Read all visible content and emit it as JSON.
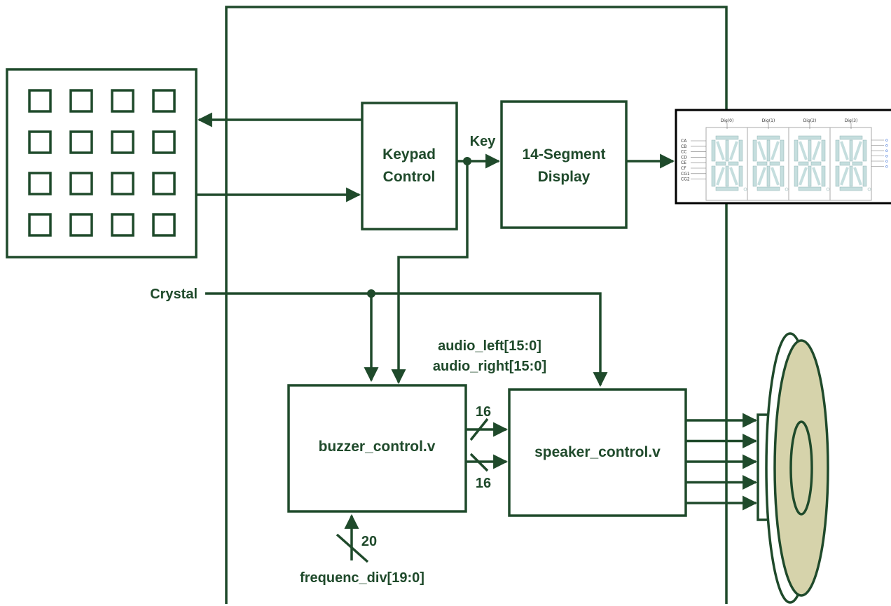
{
  "blocks": {
    "keypad_control": [
      "Keypad",
      "Control"
    ],
    "segment_display": [
      "14-Segment",
      "Display"
    ],
    "buzzer": "buzzer_control.v",
    "speaker": "speaker_control.v"
  },
  "signals": {
    "key": "Key",
    "crystal": "Crystal",
    "audio_left": "audio_left[15:0]",
    "audio_right": "audio_right[15:0]",
    "bus_width_top": "16",
    "bus_width_bottom": "16",
    "freq_width": "20",
    "freq_div": "frequenc_div[19:0]"
  },
  "seven_seg": {
    "digits": [
      "Dig(0)",
      "Dig(1)",
      "Dig(2)",
      "Dig(3)"
    ],
    "cathodes": [
      "CA",
      "CB",
      "CC",
      "CD",
      "CE",
      "CF",
      "CG1",
      "CG2"
    ]
  },
  "colors": {
    "wire": "#1f4a2b",
    "speaker_fill": "#d6d3ab",
    "segment_fill": "#c5dede"
  }
}
